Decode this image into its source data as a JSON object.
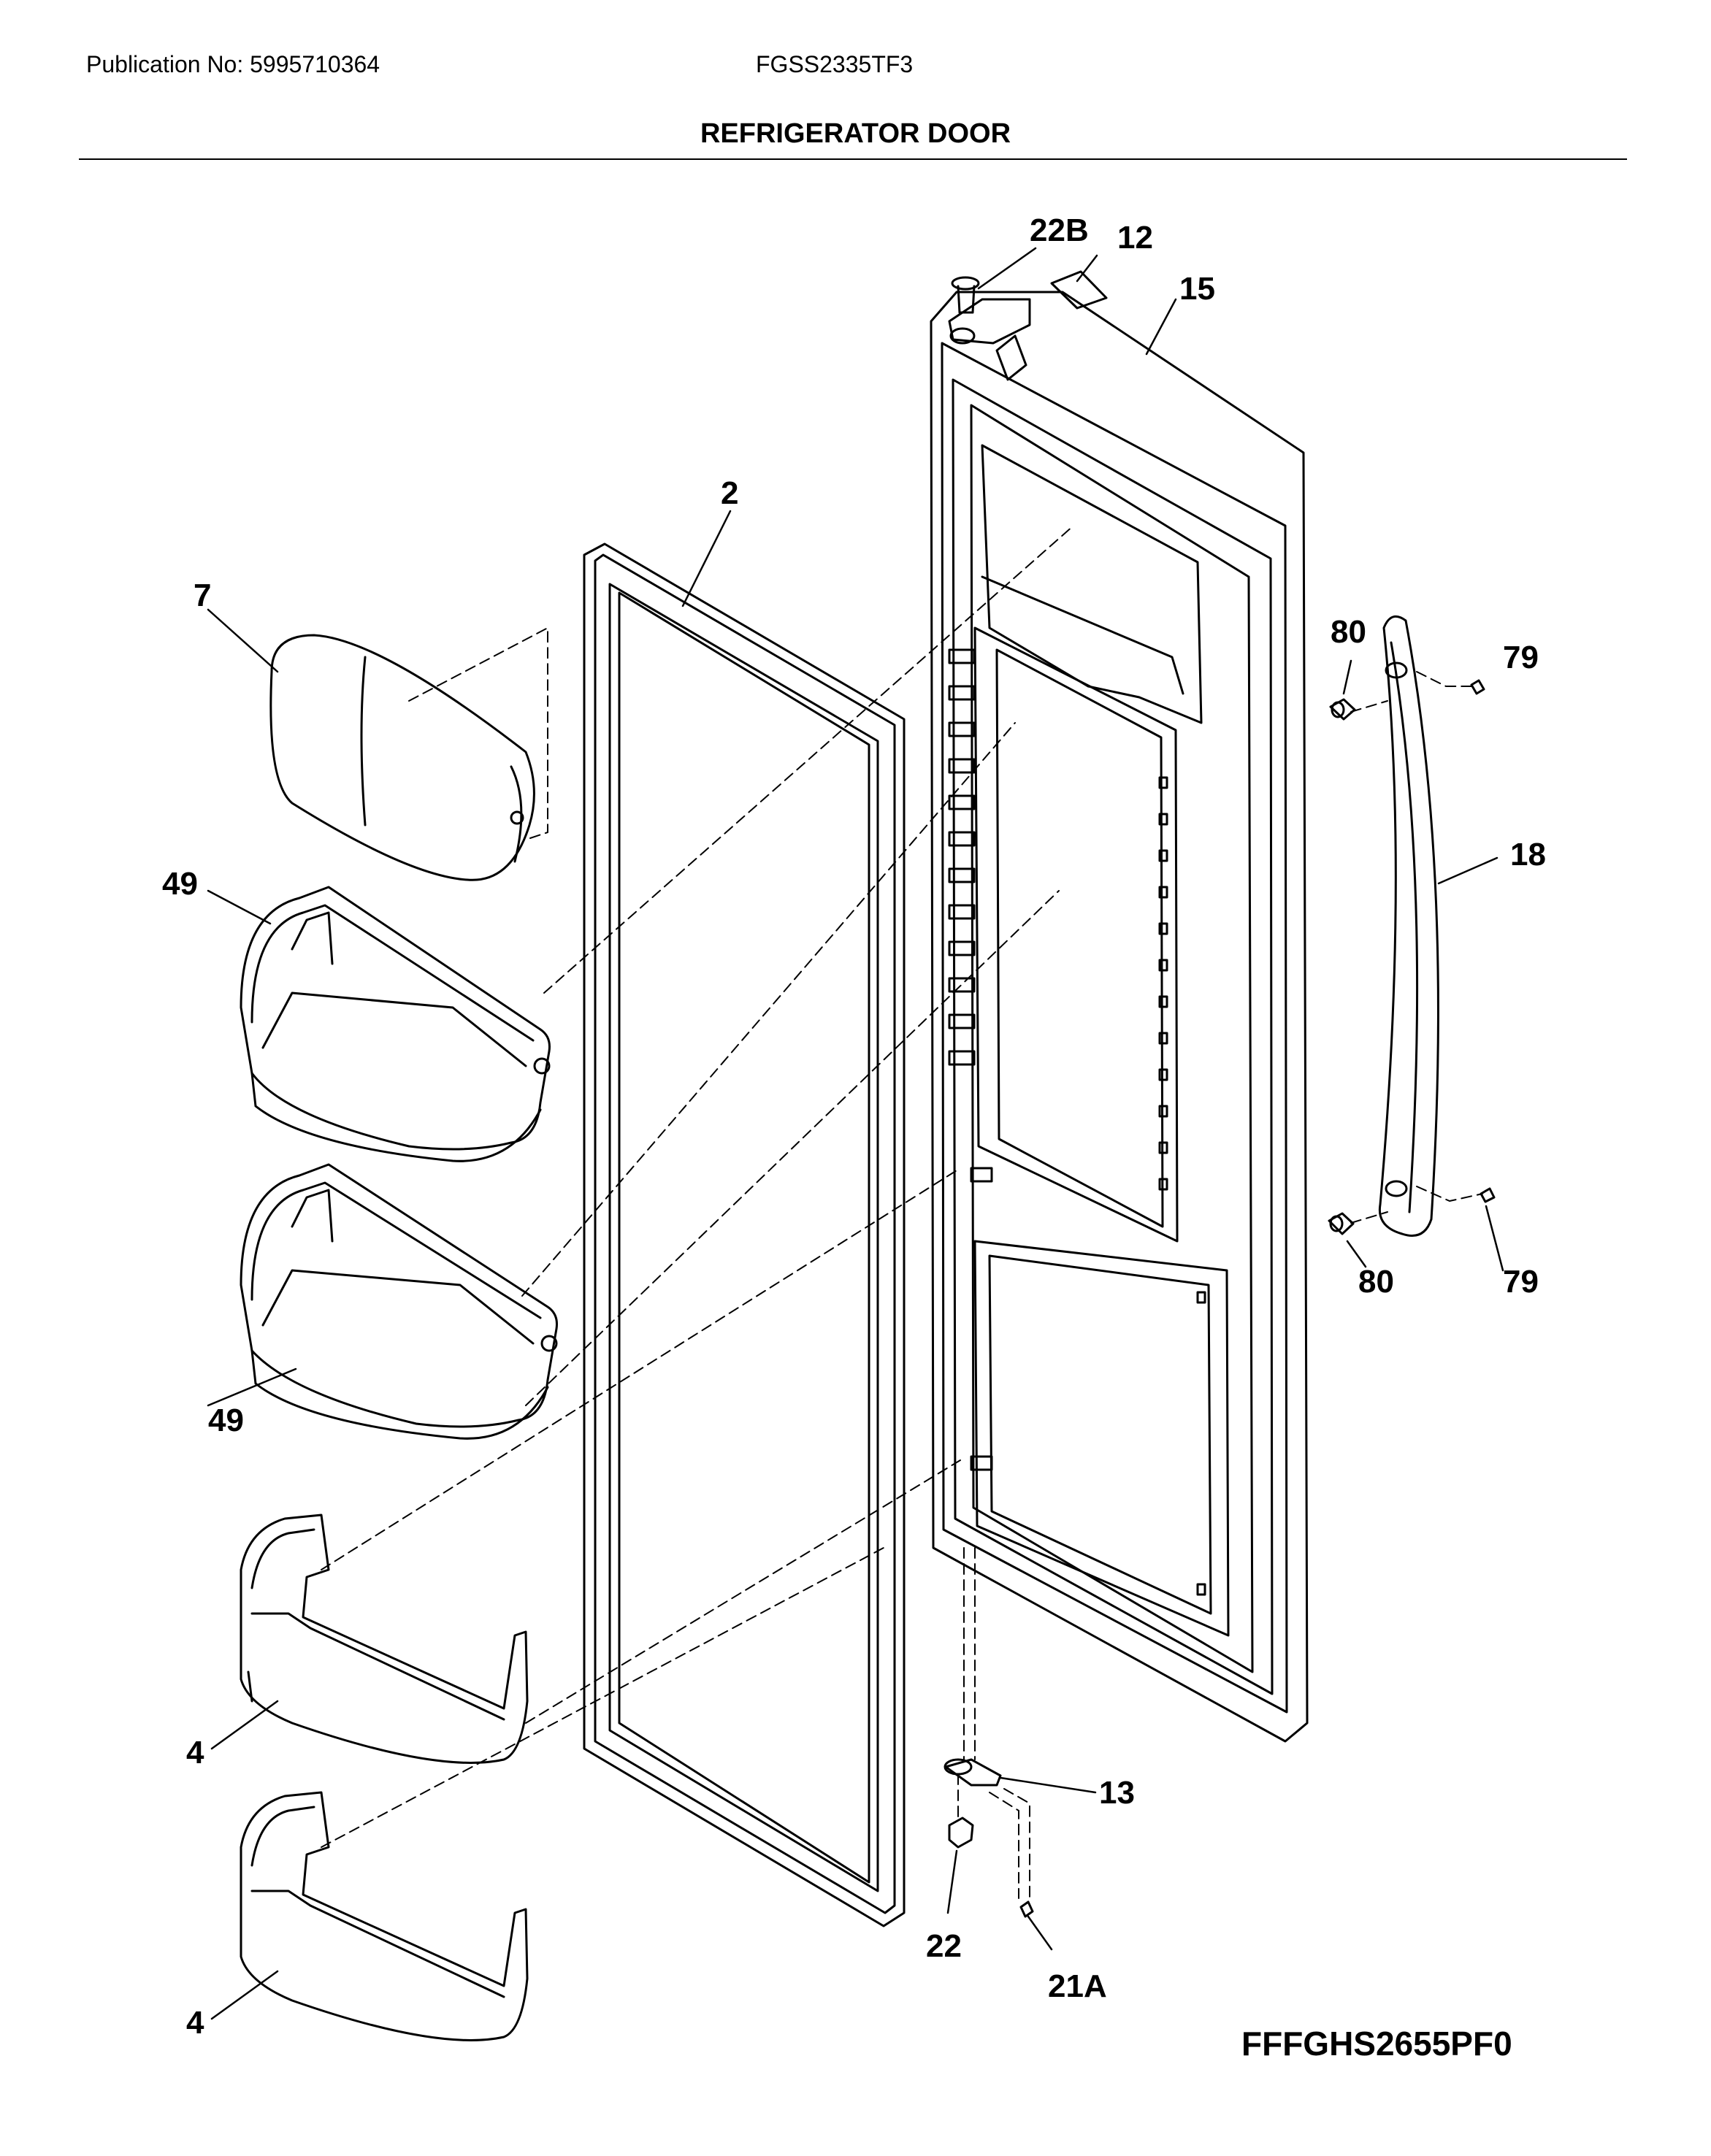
{
  "header": {
    "publication": "Publication No: 5995710364",
    "model": "FGSS2335TF3",
    "title": "REFRIGERATOR DOOR"
  },
  "figure_code": "FFFGHS2655PF0",
  "callouts": {
    "c_22B": "22B",
    "c_12": "12",
    "c_15": "15",
    "c_2": "2",
    "c_7": "7",
    "c_80a": "80",
    "c_79a": "79",
    "c_49a": "49",
    "c_18": "18",
    "c_80b": "80",
    "c_79b": "79",
    "c_49b": "49",
    "c_4a": "4",
    "c_13": "13",
    "c_22": "22",
    "c_4b": "4",
    "c_21A": "21A"
  }
}
